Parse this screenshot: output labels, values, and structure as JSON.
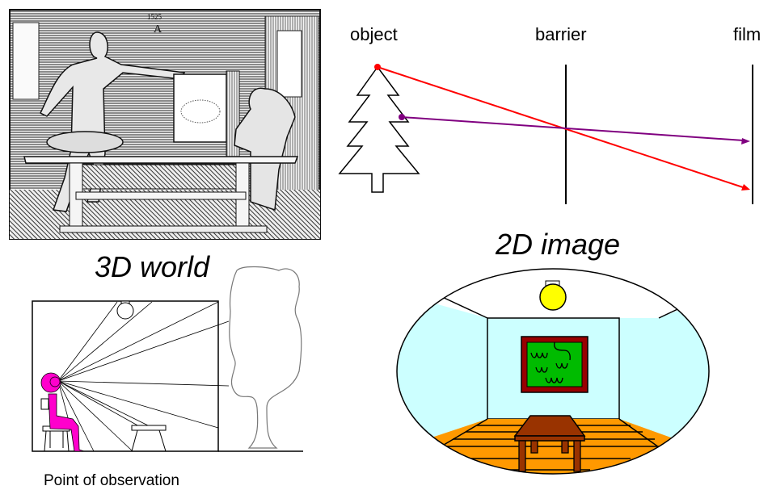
{
  "pinhole_diagram": {
    "labels": {
      "object": "object",
      "barrier": "barrier",
      "film": "film"
    },
    "colors": {
      "ray_top": "#ff0000",
      "ray_middle": "#800080",
      "lines": "#000000"
    }
  },
  "woodcut": {
    "description": "Dürer woodcut: artist drawing a lute with a perspective device",
    "date_mark": "1525"
  },
  "world_diagram": {
    "title": "3D world",
    "caption": "Point of observation",
    "colors": {
      "observer": "#ff00cc",
      "lines": "#000000"
    }
  },
  "image_diagram": {
    "title": "2D image",
    "colors": {
      "walls": "#ccffff",
      "ceiling": "#ffffff",
      "lamp": "#ffff00",
      "frame": "#990000",
      "painting": "#00bb00",
      "floor": "#ff9900",
      "table": "#993300"
    }
  }
}
